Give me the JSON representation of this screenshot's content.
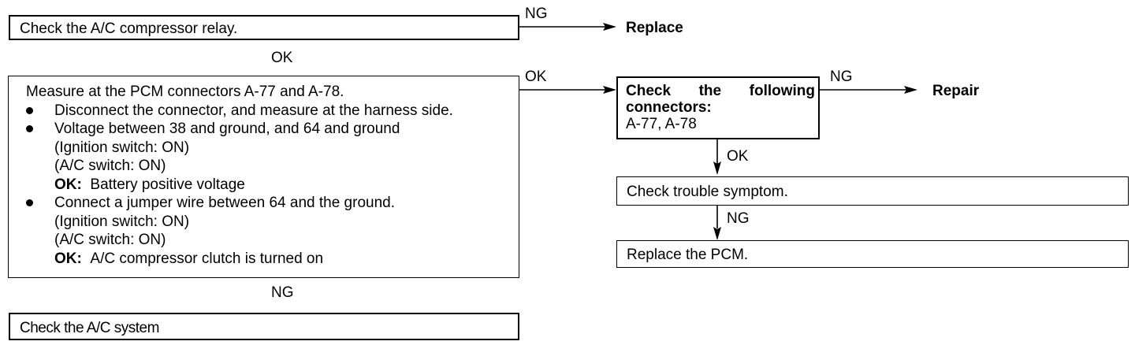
{
  "relay_box": {
    "text": "Check the A/C compressor relay."
  },
  "relay_ng": {
    "label": "NG",
    "result": "Replace"
  },
  "relay_ok": "OK",
  "measure_box": {
    "title": "Measure at the PCM connectors A-77 and A-78.",
    "bullet1": "Disconnect the connector, and measure at the harness side.",
    "bullet2": "Voltage between 38 and ground, and 64 and ground",
    "b2_line1": "(Ignition switch: ON)",
    "b2_line2": "(A/C switch: ON)",
    "b2_ok_label": "OK:",
    "b2_ok_text": "Battery positive voltage",
    "bullet3": "Connect a jumper wire between 64 and the ground.",
    "b3_line1": "(Ignition switch: ON)",
    "b3_line2": "(A/C switch: ON)",
    "b3_ok_label": "OK:",
    "b3_ok_text": "A/C compressor clutch is turned on"
  },
  "measure_ok": "OK",
  "measure_ng": "NG",
  "connectors_box": {
    "line1": "Check the following",
    "line2": "connectors:",
    "line3": "A-77, A-78"
  },
  "connectors_ng": {
    "label": "NG",
    "result": "Repair"
  },
  "connectors_ok": "OK",
  "symptom_box": {
    "text": "Check trouble symptom."
  },
  "symptom_ng": "NG",
  "replace_pcm_box": {
    "text": "Replace the PCM."
  },
  "ac_system_box": {
    "text": "Check the A/C system"
  }
}
